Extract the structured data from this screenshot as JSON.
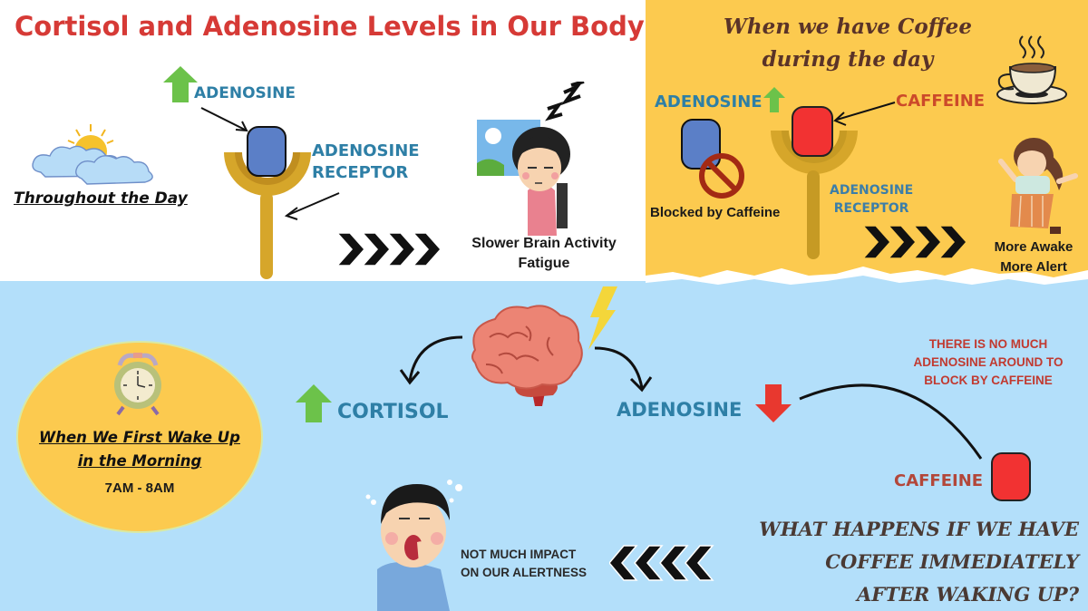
{
  "title": "Cortisol and Adenosine Levels in Our Body",
  "top_left": {
    "scene_label": "Throughout the Day",
    "adenosine_up_label": "ADENOSINE",
    "receptor_label_line1": "ADENOSINE",
    "receptor_label_line2": "RECEPTOR",
    "effect_line1": "Slower Brain Activity",
    "effect_line2": "Fatigue"
  },
  "top_right": {
    "heading_line1": "When we have Coffee",
    "heading_line2": "during the day",
    "adenosine_label": "ADENOSINE",
    "caffeine_label": "CAFFEINE",
    "blocked_label": "Blocked by Caffeine",
    "receptor_label_line1": "ADENOSINE",
    "receptor_label_line2": "RECEPTOR",
    "effect_line1": "More Awake",
    "effect_line2": "More Alert"
  },
  "bottom": {
    "wake_title_line1": "When We First Wake Up",
    "wake_title_line2": "in the Morning",
    "wake_time": "7AM - 8AM",
    "cortisol_label": "CORTISOL",
    "adenosine_label": "ADENOSINE",
    "note_line1": "THERE IS NO MUCH",
    "note_line2": "ADENOSINE AROUND TO",
    "note_line3": "BLOCK BY CAFFEINE",
    "caffeine_label": "CAFFEINE",
    "impact_line1": "NOT MUCH IMPACT",
    "impact_line2": "ON OUR ALERTNESS",
    "question_line1": "WHAT HAPPENS IF WE HAVE",
    "question_line2": "COFFEE IMMEDIATELY",
    "question_line3": "AFTER WAKING UP?"
  },
  "colors": {
    "title_red": "#d63a36",
    "teal": "#2e7fa6",
    "yellow_panel": "#fcca4f",
    "blue_panel": "#b3dffa",
    "adenosine_blue": "#5b7fc7",
    "caffeine_red": "#f23232",
    "receptor_gold": "#d6a62a",
    "arrow_green": "#6cc24a",
    "arrow_red": "#e8382f",
    "brown_text": "#5a3328"
  }
}
